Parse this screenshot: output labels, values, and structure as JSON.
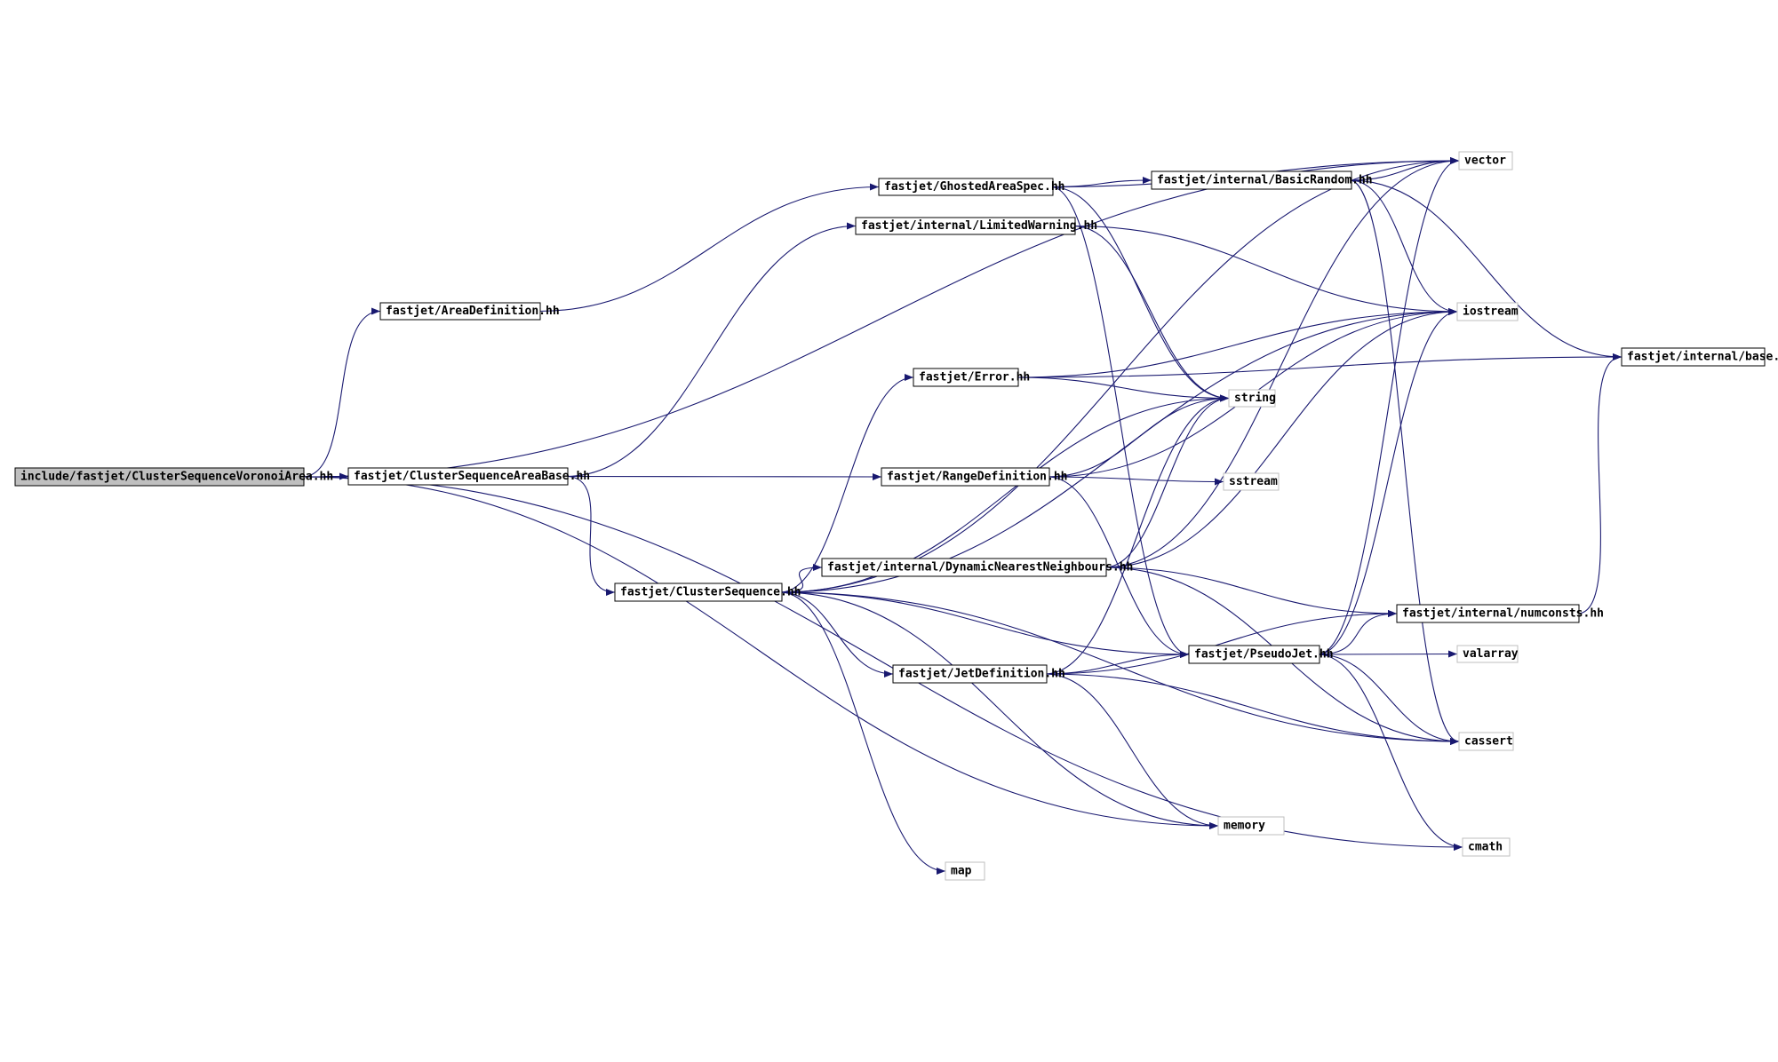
{
  "colors": {
    "edge": "#191970",
    "root_fill": "#bfbfbf",
    "file_border": "#000000",
    "system_border": "#bfbfbf",
    "background": "#ffffff"
  },
  "nodes": [
    {
      "id": "root",
      "label": "include/fastjet/ClusterSequenceVoronoiArea.hh",
      "kind": "root"
    },
    {
      "id": "areadef",
      "label": "fastjet/AreaDefinition.hh",
      "kind": "file"
    },
    {
      "id": "csab",
      "label": "fastjet/ClusterSequenceAreaBase.hh",
      "kind": "file"
    },
    {
      "id": "cs",
      "label": "fastjet/ClusterSequence.hh",
      "kind": "file"
    },
    {
      "id": "ghosted",
      "label": "fastjet/GhostedAreaSpec.hh",
      "kind": "file"
    },
    {
      "id": "limwarn",
      "label": "fastjet/internal/LimitedWarning.hh",
      "kind": "file"
    },
    {
      "id": "error",
      "label": "fastjet/Error.hh",
      "kind": "file"
    },
    {
      "id": "rangedef",
      "label": "fastjet/RangeDefinition.hh",
      "kind": "file"
    },
    {
      "id": "dnn",
      "label": "fastjet/internal/DynamicNearestNeighbours.hh",
      "kind": "file"
    },
    {
      "id": "jetdef",
      "label": "fastjet/JetDefinition.hh",
      "kind": "file"
    },
    {
      "id": "basicrandom",
      "label": "fastjet/internal/BasicRandom.hh",
      "kind": "file"
    },
    {
      "id": "pseudojet",
      "label": "fastjet/PseudoJet.hh",
      "kind": "file"
    },
    {
      "id": "numconsts",
      "label": "fastjet/internal/numconsts.hh",
      "kind": "file"
    },
    {
      "id": "base",
      "label": "fastjet/internal/base.hh",
      "kind": "file"
    },
    {
      "id": "vector",
      "label": "vector",
      "kind": "system"
    },
    {
      "id": "iostream",
      "label": "iostream",
      "kind": "system"
    },
    {
      "id": "string",
      "label": "string",
      "kind": "system"
    },
    {
      "id": "sstream",
      "label": "sstream",
      "kind": "system"
    },
    {
      "id": "valarray",
      "label": "valarray",
      "kind": "system"
    },
    {
      "id": "cassert",
      "label": "cassert",
      "kind": "system"
    },
    {
      "id": "cmath",
      "label": "cmath",
      "kind": "system"
    },
    {
      "id": "memory",
      "label": "memory",
      "kind": "system"
    },
    {
      "id": "map",
      "label": "map",
      "kind": "system"
    }
  ],
  "edges": [
    [
      "root",
      "areadef"
    ],
    [
      "root",
      "csab"
    ],
    [
      "root",
      "vector"
    ],
    [
      "root",
      "memory"
    ],
    [
      "root",
      "cmath"
    ],
    [
      "areadef",
      "ghosted"
    ],
    [
      "csab",
      "cs"
    ],
    [
      "csab",
      "limwarn"
    ],
    [
      "csab",
      "rangedef"
    ],
    [
      "cs",
      "error"
    ],
    [
      "cs",
      "dnn"
    ],
    [
      "cs",
      "jetdef"
    ],
    [
      "cs",
      "pseudojet"
    ],
    [
      "cs",
      "vector"
    ],
    [
      "cs",
      "iostream"
    ],
    [
      "cs",
      "string"
    ],
    [
      "cs",
      "map"
    ],
    [
      "cs",
      "memory"
    ],
    [
      "cs",
      "cassert"
    ],
    [
      "ghosted",
      "basicrandom"
    ],
    [
      "ghosted",
      "vector"
    ],
    [
      "ghosted",
      "string"
    ],
    [
      "ghosted",
      "pseudojet"
    ],
    [
      "limwarn",
      "iostream"
    ],
    [
      "limwarn",
      "string"
    ],
    [
      "error",
      "string"
    ],
    [
      "error",
      "iostream"
    ],
    [
      "error",
      "base"
    ],
    [
      "rangedef",
      "pseudojet"
    ],
    [
      "rangedef",
      "iostream"
    ],
    [
      "rangedef",
      "string"
    ],
    [
      "rangedef",
      "sstream"
    ],
    [
      "dnn",
      "vector"
    ],
    [
      "dnn",
      "string"
    ],
    [
      "dnn",
      "iostream"
    ],
    [
      "dnn",
      "numconsts"
    ],
    [
      "dnn",
      "cassert"
    ],
    [
      "jetdef",
      "pseudojet"
    ],
    [
      "jetdef",
      "string"
    ],
    [
      "jetdef",
      "cassert"
    ],
    [
      "jetdef",
      "memory"
    ],
    [
      "jetdef",
      "numconsts"
    ],
    [
      "basicrandom",
      "vector"
    ],
    [
      "basicrandom",
      "iostream"
    ],
    [
      "basicrandom",
      "cassert"
    ],
    [
      "basicrandom",
      "base"
    ],
    [
      "pseudojet",
      "vector"
    ],
    [
      "pseudojet",
      "iostream"
    ],
    [
      "pseudojet",
      "cassert"
    ],
    [
      "pseudojet",
      "cmath"
    ],
    [
      "pseudojet",
      "valarray"
    ],
    [
      "pseudojet",
      "numconsts"
    ],
    [
      "numconsts",
      "base"
    ]
  ]
}
